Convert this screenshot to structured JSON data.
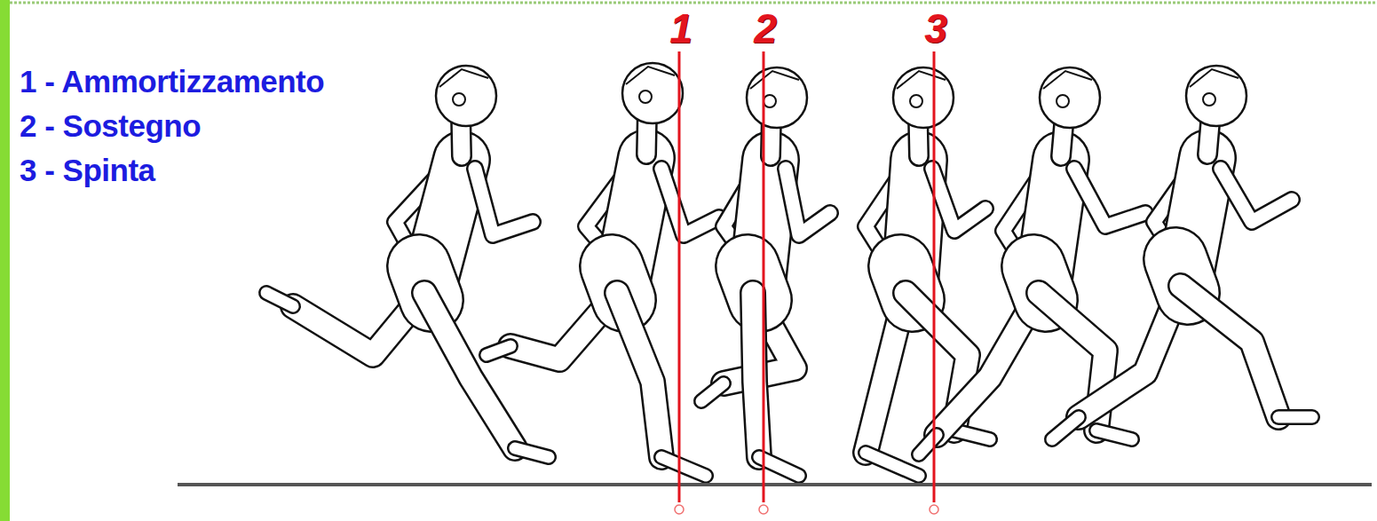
{
  "diagram": {
    "labels": [
      "1 - Ammortizzamento",
      "2 - Sostegno",
      "3 - Spinta",
      "1",
      "2",
      "3"
    ]
  }
}
